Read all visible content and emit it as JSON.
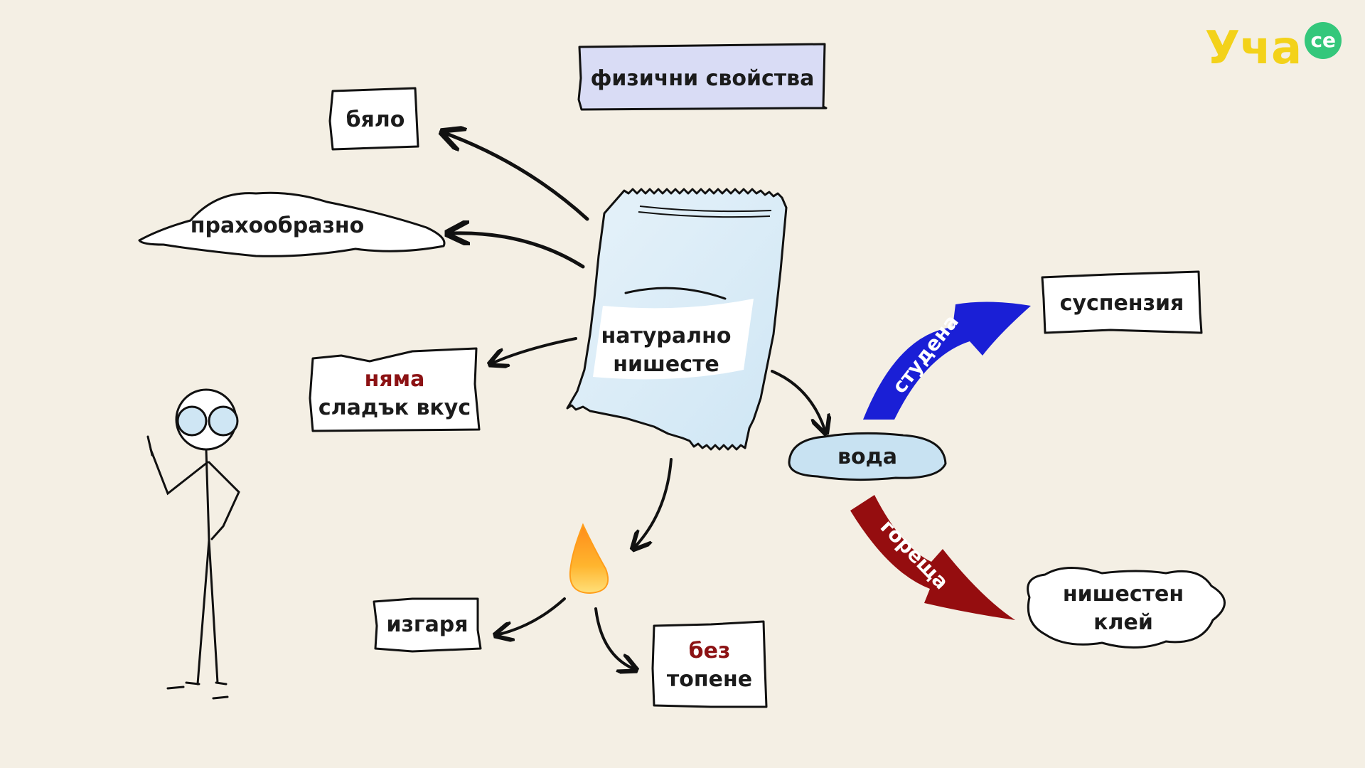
{
  "logo": {
    "text": "Уча",
    "badge": "се",
    "color_main": "#f3d21a",
    "color_badge": "#34c77b"
  },
  "title": {
    "text": "физични свойства",
    "bg": "#d9dcf5"
  },
  "center": {
    "line1": "натурално",
    "line2": "нишесте"
  },
  "properties": {
    "white": "бяло",
    "powder": "прахообразно",
    "taste_line1": "няма",
    "taste_line2": "сладък вкус"
  },
  "water": {
    "label": "вода",
    "fill": "#c8e2f2"
  },
  "cold": {
    "label": "студена",
    "color": "#1a1fd6",
    "result": "суспензия"
  },
  "hot": {
    "label": "гореща",
    "color": "#950d0f",
    "result_line1": "нишестен",
    "result_line2": "клей"
  },
  "fire": {
    "burns": "изгаря",
    "no_melt_line1": "без",
    "no_melt_line2": "топене"
  }
}
